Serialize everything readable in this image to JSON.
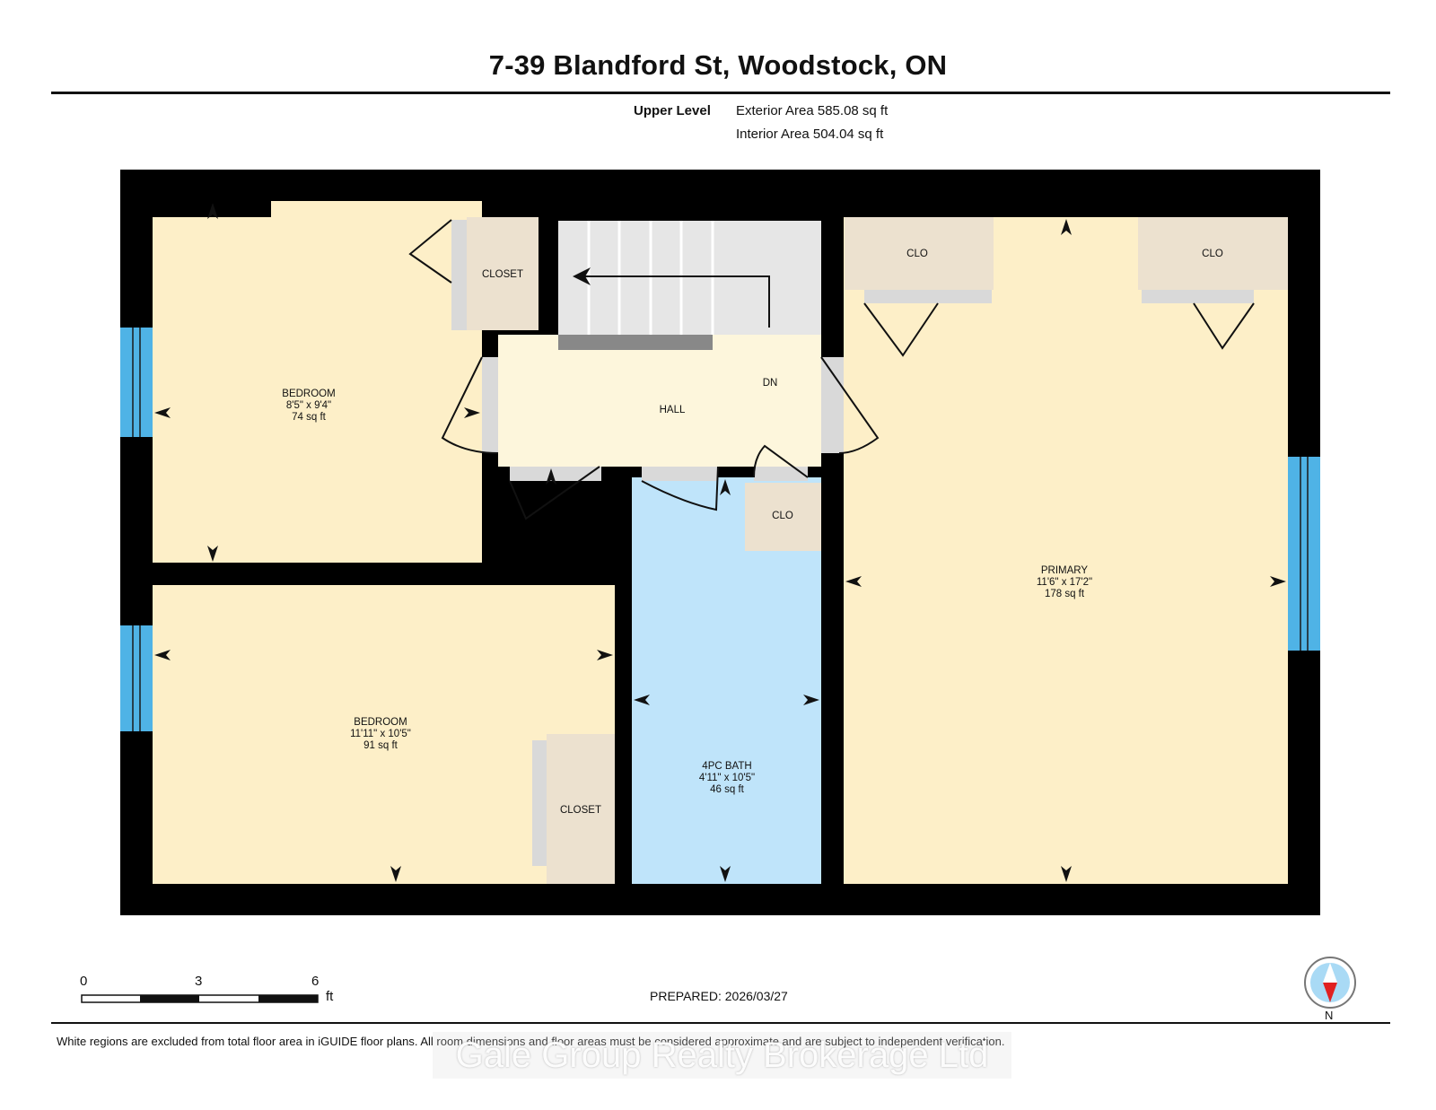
{
  "title": "7-39 Blandford St, Woodstock, ON",
  "level": {
    "name": "Upper Level",
    "exterior_area": "Exterior Area 585.08 sq ft",
    "interior_area": "Interior Area 504.04 sq ft"
  },
  "rooms": {
    "bedroom1": {
      "name": "BEDROOM",
      "dims": "8'5\" x 9'4\"",
      "area": "74 sq ft"
    },
    "bedroom2": {
      "name": "BEDROOM",
      "dims": "11'11\" x 10'5\"",
      "area": "91 sq ft"
    },
    "primary": {
      "name": "PRIMARY",
      "dims": "11'6\" x 17'2\"",
      "area": "178 sq ft"
    },
    "bath": {
      "name": "4PC BATH",
      "dims": "4'11\" x 10'5\"",
      "area": "46 sq ft"
    },
    "hall": {
      "name": "HALL"
    },
    "stairs_label": "DN",
    "closet_top": "CLOSET",
    "closet_bottom": "CLOSET",
    "clo_primary_left": "CLO",
    "clo_primary_right": "CLO",
    "clo_hall": "CLO"
  },
  "colors": {
    "bedroom": "#fdefc8",
    "hall": "#fdf6dc",
    "bath": "#bfe4fa",
    "closet": "#ece1cf",
    "stairs": "#e6e6e6",
    "wall": "#000000",
    "window": "#4fb3e6"
  },
  "scale": {
    "labels": [
      "0",
      "3",
      "6"
    ],
    "unit": "ft"
  },
  "prepared": "PREPARED: 2026/03/27",
  "disclaimer": "White regions are excluded from total floor area in iGUIDE floor plans. All room dimensions and floor areas must be considered approximate and are subject to independent verification.",
  "watermark": "Gale Group Realty Brokerage Ltd",
  "compass": {
    "label": "N"
  }
}
